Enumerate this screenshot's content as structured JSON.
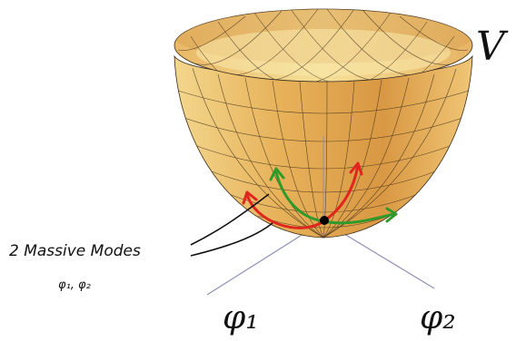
{
  "labels": {
    "potential": "V",
    "modes_line1": "2 Massive Modes",
    "modes_line2": "φ₁, φ₂",
    "axis1": "φ₁",
    "axis2": "φ₂"
  },
  "colors": {
    "surface_light": "#f7e3a6",
    "surface_mid": "#e8b35c",
    "surface_dark": "#c8882f",
    "mesh": "#3a2b1a",
    "axis": "#8c8fb5",
    "mode1": "#e0271f",
    "mode2": "#2f9a2a",
    "vacuum_point": "#000000"
  }
}
